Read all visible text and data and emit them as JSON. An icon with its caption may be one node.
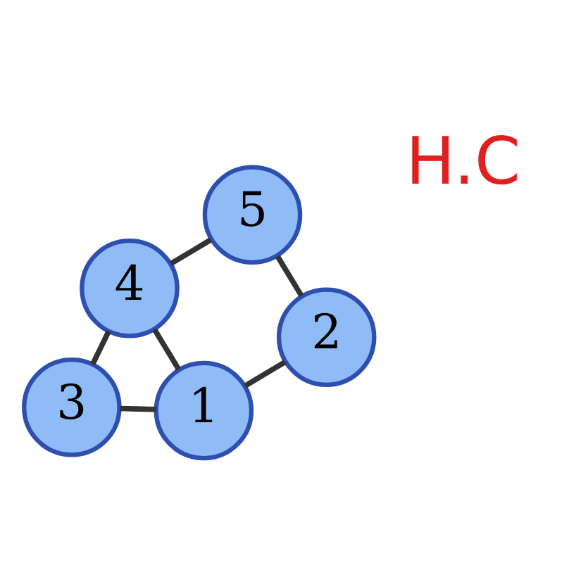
{
  "diagram": {
    "nodes": [
      {
        "text": [
          "1"
        ]
      },
      {
        "text": [
          "2"
        ]
      },
      {
        "text": [
          "3"
        ]
      },
      {
        "text": [
          "4"
        ]
      },
      {
        "text": [
          "5"
        ]
      }
    ],
    "edges": [
      {
        "from": 0,
        "to": 1,
        "arrow": "none"
      },
      {
        "from": 0,
        "to": 2,
        "arrow": "none"
      },
      {
        "from": 0,
        "to": 3,
        "arrow": "none"
      },
      {
        "from": 3,
        "to": 2,
        "arrow": "none"
      },
      {
        "from": 3,
        "to": 4,
        "arrow": "none"
      },
      {
        "from": 4,
        "to": 1,
        "arrow": "none"
      }
    ],
    "labels": [
      "H.C"
    ]
  }
}
